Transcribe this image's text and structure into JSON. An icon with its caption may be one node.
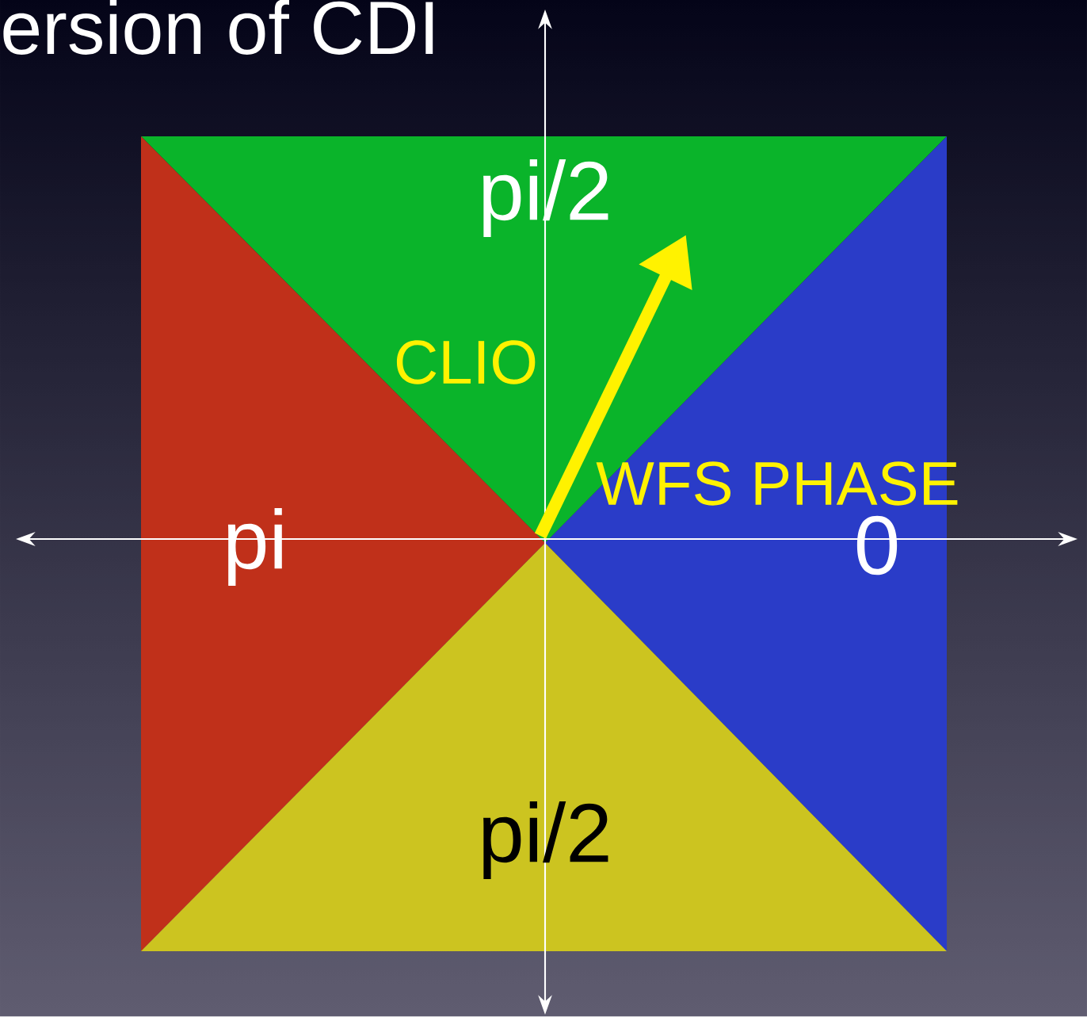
{
  "diagram": {
    "title": "ersion of CDI",
    "nodes": [
      {
        "text": [
          "pi/2"
        ]
      },
      {
        "text": [
          "pi"
        ]
      },
      {
        "text": [
          "0"
        ]
      },
      {
        "text": [
          "pi/2"
        ]
      }
    ],
    "labels": [
      "CLIO",
      "WFS PHASE"
    ]
  }
}
